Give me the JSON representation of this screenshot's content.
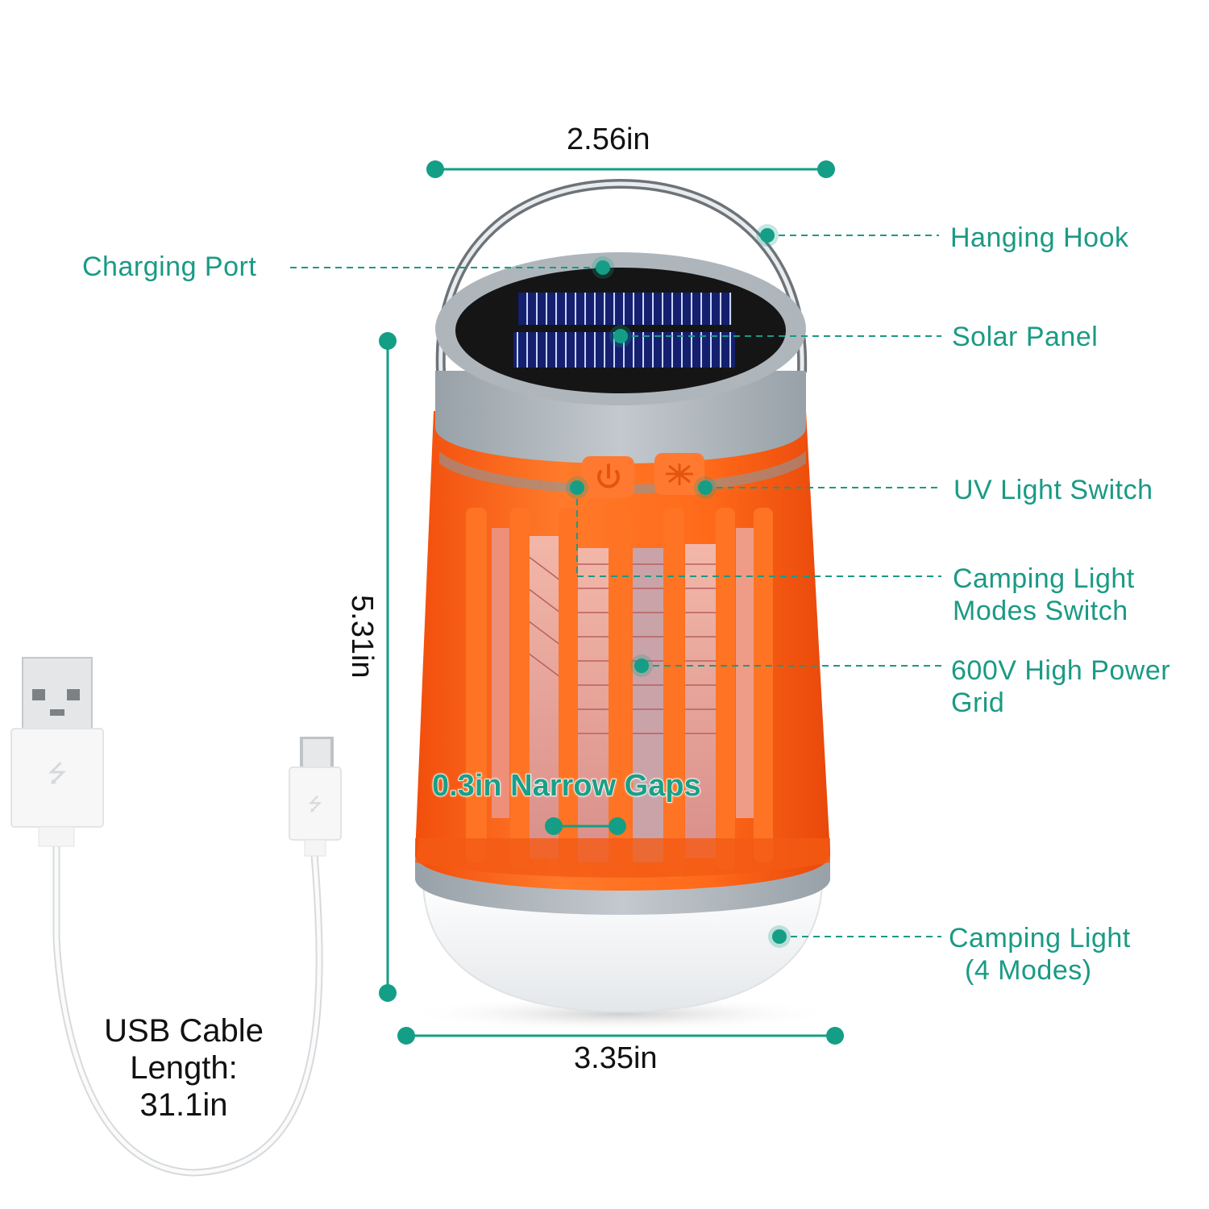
{
  "colors": {
    "accent": "#1a9a84",
    "dot": "#149e86",
    "body_orange": "#ff6a1a",
    "cap_gray": "#a9b1b7",
    "light_white": "#f1f3f5",
    "solar_blue": "#14206e"
  },
  "dimensions": {
    "top_width": "2.56in",
    "height": "5.31in",
    "bottom_width": "3.35in",
    "gap": "0.3in Narrow Gaps"
  },
  "callouts": {
    "charging_port": "Charging Port",
    "hanging_hook": "Hanging Hook",
    "solar_panel": "Solar Panel",
    "uv_light_switch": "UV Light Switch",
    "camping_modes_switch": [
      "Camping Light",
      "Modes Switch"
    ],
    "high_power_grid": [
      "600V High Power",
      "Grid"
    ],
    "camping_light": [
      "Camping Light",
      "(4 Modes)"
    ]
  },
  "usb_cable": {
    "lines": [
      "USB Cable",
      "Length:",
      "31.1in"
    ]
  },
  "icons": {
    "power_button": "power-icon",
    "uv_button": "bug-icon",
    "usb_symbol": "usb-icon"
  }
}
